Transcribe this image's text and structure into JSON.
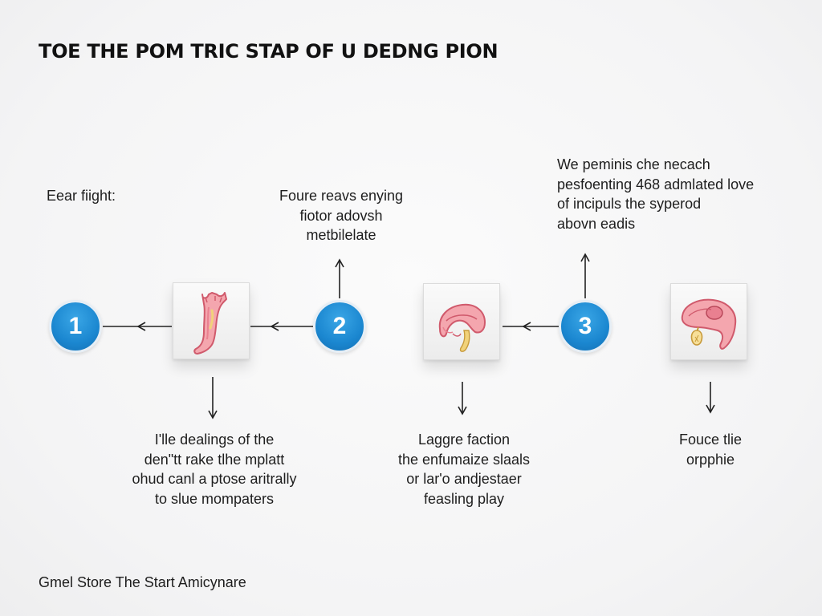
{
  "title": "TOE THE POM TRIC STAP OF U DEDNG PION",
  "steps": [
    {
      "number": "1"
    },
    {
      "number": "2"
    },
    {
      "number": "3"
    }
  ],
  "texts": {
    "left_label": "Eear fiight:",
    "top_middle": "Foure reavs enying\nfiotor adovsh\nmetbilelate",
    "top_right": "We peminis che necach\npesfoenting 468 admlated love\nof incipuls the syperod\nabovn eadis",
    "bottom_1": "I'lle dealings of the\nden\"tt rake tlhe mplatt\nohud canl a ptose aritrally\nto slue mompaters",
    "bottom_2": "Laggre faction\nthe enfumaize slaals\nor lar'o andjestaer\nfeasling play",
    "bottom_3": "Fouce tlie\norpphie"
  },
  "footer": "Gmel Store The Start Amicynare",
  "icons": [
    "esophagus-icon",
    "stomach-icon",
    "stomach-gallbladder-icon"
  ],
  "colors": {
    "circle_blue": "#1b87d0",
    "organ_pink": "#f2a0a8",
    "organ_outline": "#d05a6c",
    "accent_yellow": "#f1d27a"
  }
}
